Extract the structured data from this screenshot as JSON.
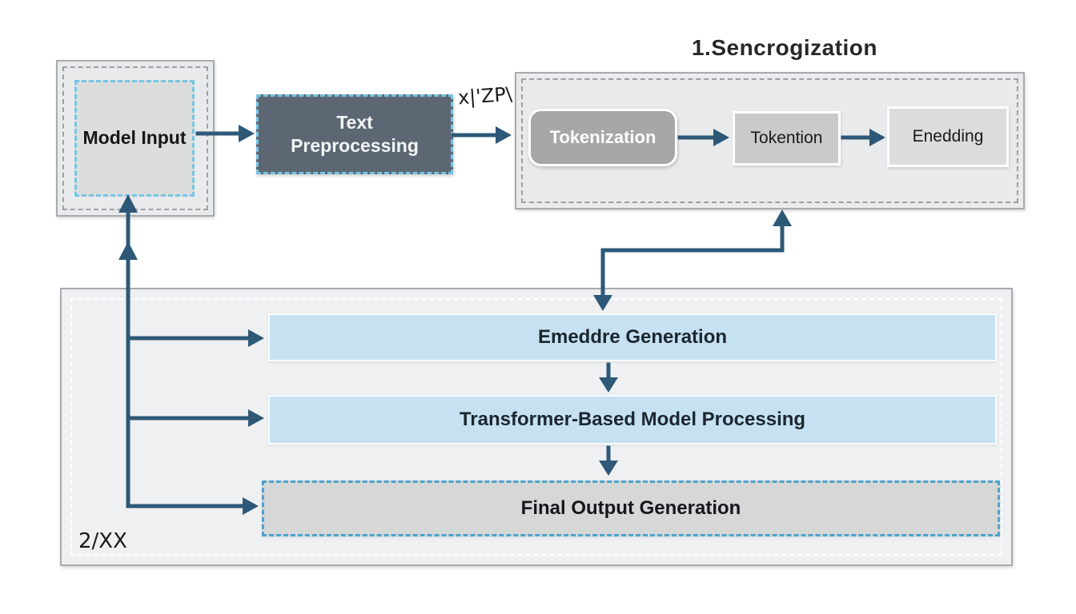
{
  "colors": {
    "arrow": "#2e5877",
    "canvas-bg": "#ffffff",
    "container-bg": "#e9eaeb",
    "container-border": "#a9abae",
    "inner-dash": "#9da0a3",
    "blue-dash": "#76c5e4",
    "dark-box-bg": "#5c6773",
    "model-inner-bg": "#dcdddd",
    "tokenization-bg": "#a6a7a9",
    "tokention-bg": "#c9cacb",
    "enedding-bg": "#dbdcdc",
    "bottom-bg": "#eef0f2",
    "bar-blue": "#c6e2f2",
    "bar-gray": "#d6d7d7",
    "bar3-dash": "#4da3cd",
    "text-dark": "#1c262f"
  },
  "nodes": {
    "model_input": {
      "label": "Model Input"
    },
    "text_preprocessing": {
      "label": "Text Preprocessing"
    }
  },
  "section1": {
    "title": "1.Sencrogization",
    "items": [
      {
        "label": "Tokenization"
      },
      {
        "label": "Tokention"
      },
      {
        "label": "Enedding"
      }
    ]
  },
  "pipeline": {
    "steps": [
      {
        "label": "Emeddre Generation"
      },
      {
        "label": "Transformer-Based Model Processing"
      },
      {
        "label": "Final Output Generation"
      }
    ]
  },
  "annotations": {
    "arrow_note": "x|'ZP\\",
    "page_note": "2/XX"
  }
}
